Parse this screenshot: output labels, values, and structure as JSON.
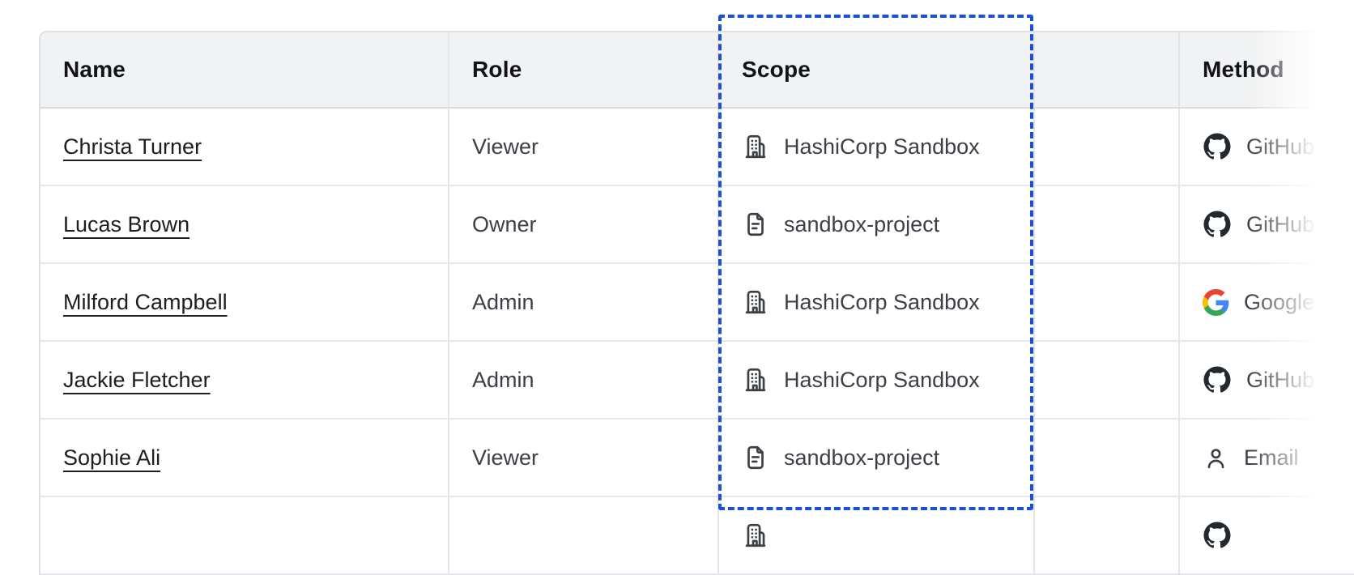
{
  "table": {
    "columns": [
      {
        "label": "Name"
      },
      {
        "label": "Role"
      },
      {
        "label": "Scope"
      },
      {
        "label": ""
      },
      {
        "label": "Method"
      }
    ],
    "rows": [
      {
        "name": "Christa Turner",
        "role": "Viewer",
        "scope": "HashiCorp Sandbox",
        "scope_icon": "org-icon",
        "method": "GitHub",
        "method_icon": "github-icon"
      },
      {
        "name": "Lucas Brown",
        "role": "Owner",
        "scope": "sandbox-project",
        "scope_icon": "file-text-icon",
        "method": "GitHub",
        "method_icon": "github-icon"
      },
      {
        "name": "Milford Campbell",
        "role": "Admin",
        "scope": "HashiCorp Sandbox",
        "scope_icon": "org-icon",
        "method": "Google",
        "method_icon": "google-icon"
      },
      {
        "name": "Jackie Fletcher",
        "role": "Admin",
        "scope": "HashiCorp Sandbox",
        "scope_icon": "org-icon",
        "method": "GitHub",
        "method_icon": "github-icon"
      },
      {
        "name": "Sophie Ali",
        "role": "Viewer",
        "scope": "sandbox-project",
        "scope_icon": "file-text-icon",
        "method": "Email",
        "method_icon": "user-icon"
      }
    ],
    "partial_row": {
      "scope_icon": "org-icon",
      "method_icon": "github-icon"
    }
  },
  "selection": {
    "target_column": "Scope",
    "style": "dashed-outline",
    "color": "#1a4fd6"
  },
  "colors": {
    "header_bg": "#f1f2f3",
    "border": "#e6e7ea",
    "header_text": "#111318",
    "body_text": "#3c3f46",
    "link_text": "#1c1e22",
    "github_black": "#24292f",
    "google_blue": "#4285F4",
    "google_green": "#34A853",
    "google_yellow": "#FBBC05",
    "google_red": "#EA4335"
  }
}
